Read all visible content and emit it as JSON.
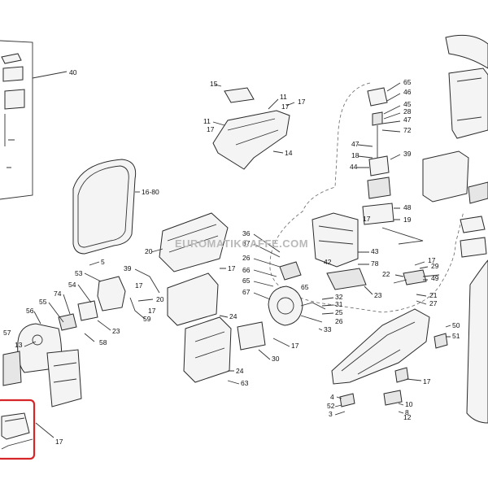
{
  "watermark": "EUROMATIKCAFFE.COM",
  "highlight_color": "#d6262a",
  "callouts": {
    "c40": "40",
    "c16_80": "16-80",
    "c5": "5",
    "c15": "15",
    "c11a": "11",
    "c11b": "11",
    "c17a": "17",
    "c17b": "17",
    "c14": "14",
    "c65a": "65",
    "c46": "46",
    "c45": "45",
    "c28": "28",
    "c47": "47",
    "c72": "72",
    "c18": "18",
    "c39a": "39",
    "c44": "44",
    "c17c": "17",
    "c48": "48",
    "c19": "19",
    "c43": "43",
    "c42": "42",
    "c78": "78",
    "c23a": "23",
    "c36": "36",
    "c37": "37",
    "c26": "26",
    "c66": "66",
    "c65b": "65",
    "c67": "67",
    "c65c": "65",
    "c32": "32",
    "c31": "31",
    "c25": "25",
    "c33": "33",
    "c17d": "17",
    "c30": "30",
    "c20a": "20",
    "c39b": "39",
    "c17e": "17",
    "c24a": "24",
    "c24b": "24",
    "c63": "63",
    "c53": "53",
    "c54": "54",
    "c74": "74",
    "c55": "55",
    "c56": "56",
    "c57": "57",
    "c13": "13",
    "c58": "58",
    "c23b": "23",
    "c20b": "20",
    "c17f": "17",
    "c59": "59",
    "c17g": "17",
    "c17h": "17",
    "c29": "29",
    "c22": "22",
    "c49": "49",
    "c21": "21",
    "c27": "27",
    "c50": "50",
    "c51": "51",
    "c17i": "17",
    "c4": "4",
    "c52": "52",
    "c3": "3",
    "c10": "10",
    "c8": "8",
    "c12": "12"
  }
}
